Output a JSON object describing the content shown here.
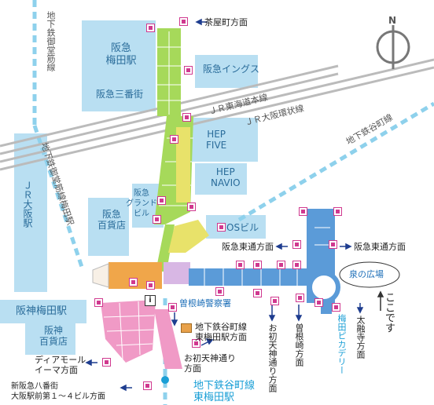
{
  "compass": {
    "label": "N"
  },
  "stations": {
    "hankyu_umeda": "阪急\n梅田駅",
    "jr_osaka": "ＪＲ大阪駅",
    "hanshin_umeda": "阪神梅田駅",
    "tanimachi_higashi_umeda": "地下鉄谷町線\n東梅田駅"
  },
  "lines": {
    "midosuji_top": "地下鉄御堂筋線",
    "midosuji_umeda": "地下鉄御堂筋線梅田駅",
    "jr_tokaido": "ＪＲ東海道本線",
    "jr_loop": "ＪＲ大阪環状線",
    "tanimachi": "地下鉄谷町線"
  },
  "buildings": {
    "sanbangai": "阪急三番街",
    "hankyu_ings": "阪急イングス",
    "hep_five": "HEP\nFIVE",
    "hep_navio": "HEP\nNAVIO",
    "grand_bldg": "阪急\nグランド\nビル",
    "hankyu_dept": "阪急\n百貨店",
    "os_bldg": "OSビル",
    "hanshin_dept": "阪神\n百貨店"
  },
  "labels": {
    "chayamachi": "茶屋町方面",
    "hankyu_higashi_left": "阪急東通方面",
    "hankyu_higashi_right": "阪急東通方面",
    "izumi_hiroba": "泉の広場",
    "koko_desu": "ここです",
    "sonezaki_police": "曽根崎警察署",
    "to_tanimachi": "地下鉄谷町線\n東梅田駅方面",
    "ohatsu_street": "お初天神通り\n方面",
    "ohatsu_shrine": "お初天神通り方面",
    "sonezaki_dir": "曽根崎方面",
    "taiyuji": "太融寺方面",
    "umeda_piccadilly": "梅田ピカデリー",
    "diamor": "ディアモール\nイーマ方面",
    "shin_hankyu": "新阪急八番街\n大阪駅前第１〜４ビル方面",
    "info_icon": "i"
  },
  "colors": {
    "building": "#b9dff2",
    "green_mall": "#a6d95a",
    "yellow_mall": "#e8e26a",
    "orange_mall": "#f0a64a",
    "blue_mall": "#5b9bd8",
    "pink_mall": "#f09ac6",
    "purple_mall": "#d8b7e4",
    "exit": "#d0398f",
    "rail": "#bbbbbb",
    "subway_line": "#8ed1ec"
  }
}
